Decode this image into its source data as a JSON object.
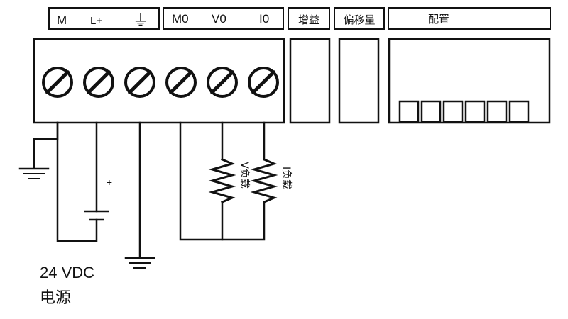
{
  "header": {
    "power_labels": [
      "M",
      "L+",
      "⏚"
    ],
    "signal_labels": [
      "M0",
      "V0",
      "I0"
    ],
    "gain_label": "增益",
    "offset_label": "偏移量",
    "config_label": "配置"
  },
  "terminals": {
    "count": 6
  },
  "load_labels": {
    "voltage": "V负载",
    "current": "I负载"
  },
  "battery": {
    "plus_sign": "+"
  },
  "power_supply": {
    "line1": "24 VDC",
    "line2": "电源"
  },
  "config_switches": {
    "count": 6
  }
}
